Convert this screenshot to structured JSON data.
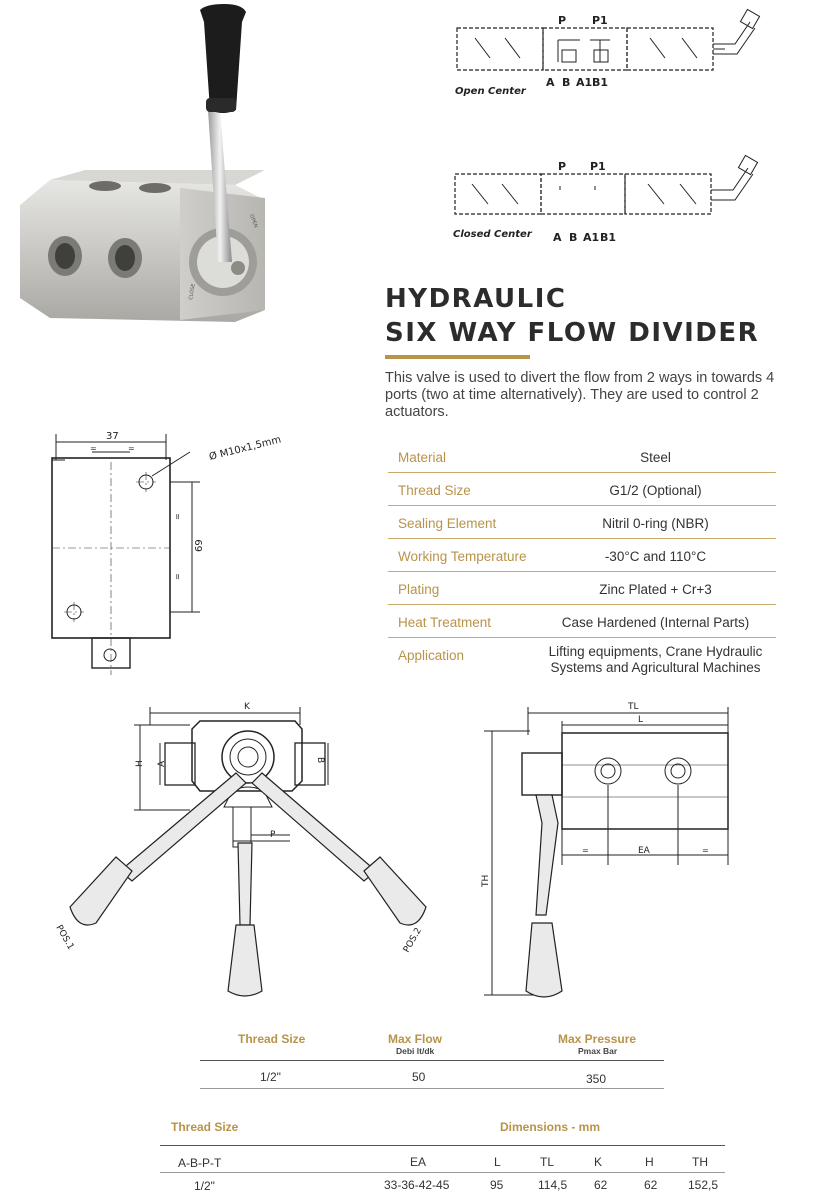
{
  "title_line1": "HYDRAULIC",
  "title_line2": "SIX WAY FLOW DIVIDER",
  "description": "This valve is used to divert the flow from 2 ways in towards 4 ports (two at time alternatively). They are used to control 2 actuators.",
  "symbols": {
    "open_center": {
      "caption": "Open Center",
      "top_labels": [
        "P",
        "P1"
      ],
      "bottom_labels": [
        "A",
        "B",
        "A1",
        "B1"
      ]
    },
    "closed_center": {
      "caption": "Closed Center",
      "top_labels": [
        "P",
        "P1"
      ],
      "bottom_labels": [
        "A",
        "B",
        "A1",
        "B1"
      ]
    }
  },
  "specs": [
    {
      "label": "Material",
      "value": "Steel"
    },
    {
      "label": "Thread Size",
      "value": "G1/2 (Optional)"
    },
    {
      "label": "Sealing Element",
      "value": "Nitril 0-ring (NBR)"
    },
    {
      "label": "Working Temperature",
      "value": "-30°C and 110°C"
    },
    {
      "label": "Plating",
      "value": "Zinc Plated + Cr+3"
    },
    {
      "label": "Heat Treatment",
      "value": "Case Hardened (Internal Parts)"
    },
    {
      "label": "Application",
      "value_line1": "Lifting equipments, Crane Hydraulic",
      "value_line2": "Systems and Agricultural Machines"
    }
  ],
  "drawing_top": {
    "width_dim": "37",
    "height_dim": "69",
    "thread_note": "Ø M10x1,5mm",
    "equal_mark": "="
  },
  "drawing_front": {
    "dim_k": "K",
    "dim_h": "H",
    "dim_a": "A",
    "dim_b": "B",
    "dim_p": "P",
    "pos1": "POS.1",
    "pos2": "POS.2"
  },
  "drawing_side": {
    "dim_tl": "TL",
    "dim_l": "L",
    "dim_ea": "EA",
    "dim_th": "TH",
    "equal_mark": "="
  },
  "product_engraving": {
    "open": "OPEN",
    "close": "CLOSE"
  },
  "table1": {
    "headers": [
      "Thread Size",
      "Max Flow",
      "Max Pressure"
    ],
    "subheaders": [
      "",
      "Debi lt/dk",
      "Pmax Bar"
    ],
    "row": [
      "1/2\"",
      "50",
      "350"
    ]
  },
  "table2": {
    "header_left": "Thread Size",
    "header_right": "Dimensions - mm",
    "columns": [
      "A-B-P-T",
      "EA",
      "L",
      "TL",
      "K",
      "H",
      "TH"
    ],
    "row": [
      "1/2\"",
      "33-36-42-45",
      "95",
      "114,5",
      "62",
      "62",
      "152,5"
    ]
  }
}
